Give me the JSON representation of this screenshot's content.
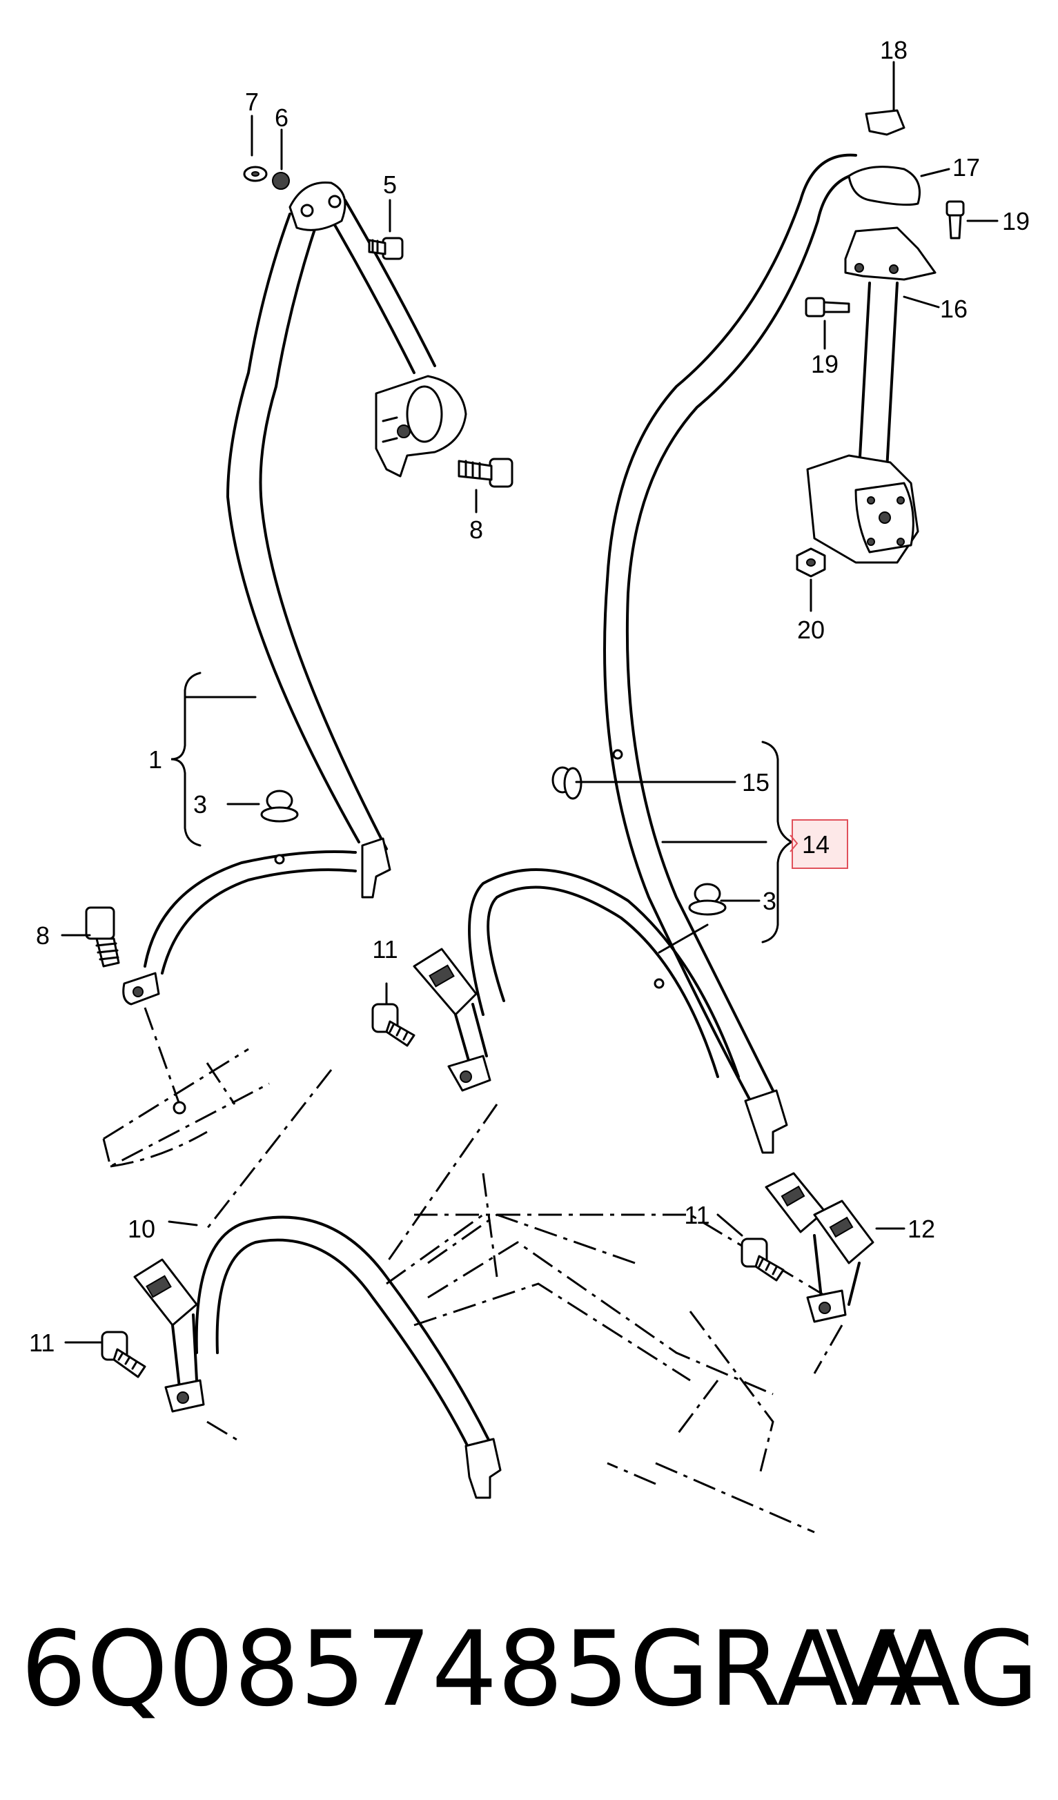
{
  "callouts": {
    "c1": "1",
    "c3a": "3",
    "c3b": "3",
    "c5": "5",
    "c6": "6",
    "c7": "7",
    "c8a": "8",
    "c8b": "8",
    "c10": "10",
    "c11a": "11",
    "c11b": "11",
    "c11c": "11",
    "c12": "12",
    "c14": "14",
    "c15": "15",
    "c16": "16",
    "c17": "17",
    "c18": "18",
    "c19a": "19",
    "c19b": "19",
    "c20": "20"
  },
  "highlight_color": "#e0505a",
  "part_number": "6Q0857485GRAA",
  "brand": "VAG"
}
